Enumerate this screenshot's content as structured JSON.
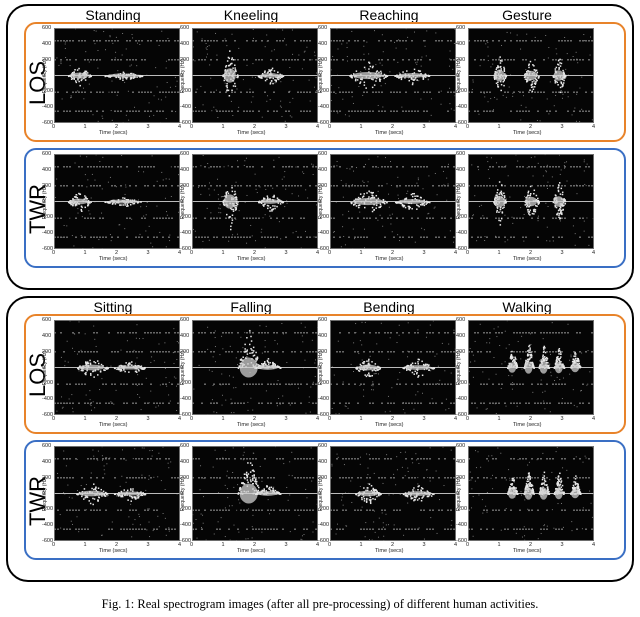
{
  "groups": [
    {
      "columns": [
        "Standing",
        "Kneeling",
        "Reaching",
        "Gesture"
      ],
      "rows": [
        {
          "label": "LOS",
          "kind": "los",
          "patterns": [
            "standing",
            "kneeling",
            "reaching",
            "gesture"
          ]
        },
        {
          "label": "TWR",
          "kind": "twr",
          "patterns": [
            "standing",
            "kneeling",
            "reaching",
            "gesture"
          ]
        }
      ]
    },
    {
      "columns": [
        "Sitting",
        "Falling",
        "Bending",
        "Walking"
      ],
      "rows": [
        {
          "label": "LOS",
          "kind": "los",
          "patterns": [
            "sitting",
            "falling",
            "bending",
            "walking"
          ]
        },
        {
          "label": "TWR",
          "kind": "twr",
          "patterns": [
            "sitting",
            "falling",
            "bending",
            "walking"
          ]
        }
      ]
    }
  ],
  "axes": {
    "ylabel": "Frequency (Hz)",
    "xlabel": "Time (secs)",
    "yticks": [
      "600",
      "400",
      "200",
      "0",
      "-200",
      "-400",
      "-600"
    ],
    "xticks": [
      "0",
      "1",
      "2",
      "3",
      "4"
    ]
  },
  "caption": "Fig. 1: Real spectrogram images (after all pre-processing) of different human activities.",
  "colors": {
    "los": "#e8832a",
    "twr": "#3a6fc4"
  }
}
